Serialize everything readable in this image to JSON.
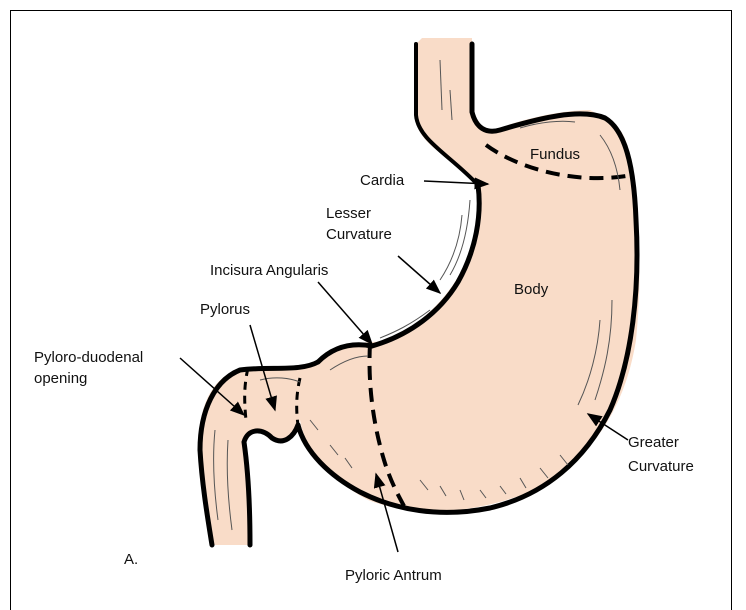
{
  "labels": {
    "fundus": "Fundus",
    "cardia": "Cardia",
    "lesser_curvature_1": "Lesser",
    "lesser_curvature_2": "Curvature",
    "incisura": "Incisura Angularis",
    "body": "Body",
    "pylorus": "Pylorus",
    "pyloro_duodenal_1": "Pyloro-duodenal",
    "pyloro_duodenal_2": "opening",
    "greater_curvature_1": "Greater",
    "greater_curvature_2": "Curvature",
    "pyloric_antrum": "Pyloric Antrum",
    "panel_letter": "A."
  },
  "colors": {
    "tissue_fill": "#f9dcc8",
    "outline": "#000000",
    "shading": "#555555"
  }
}
